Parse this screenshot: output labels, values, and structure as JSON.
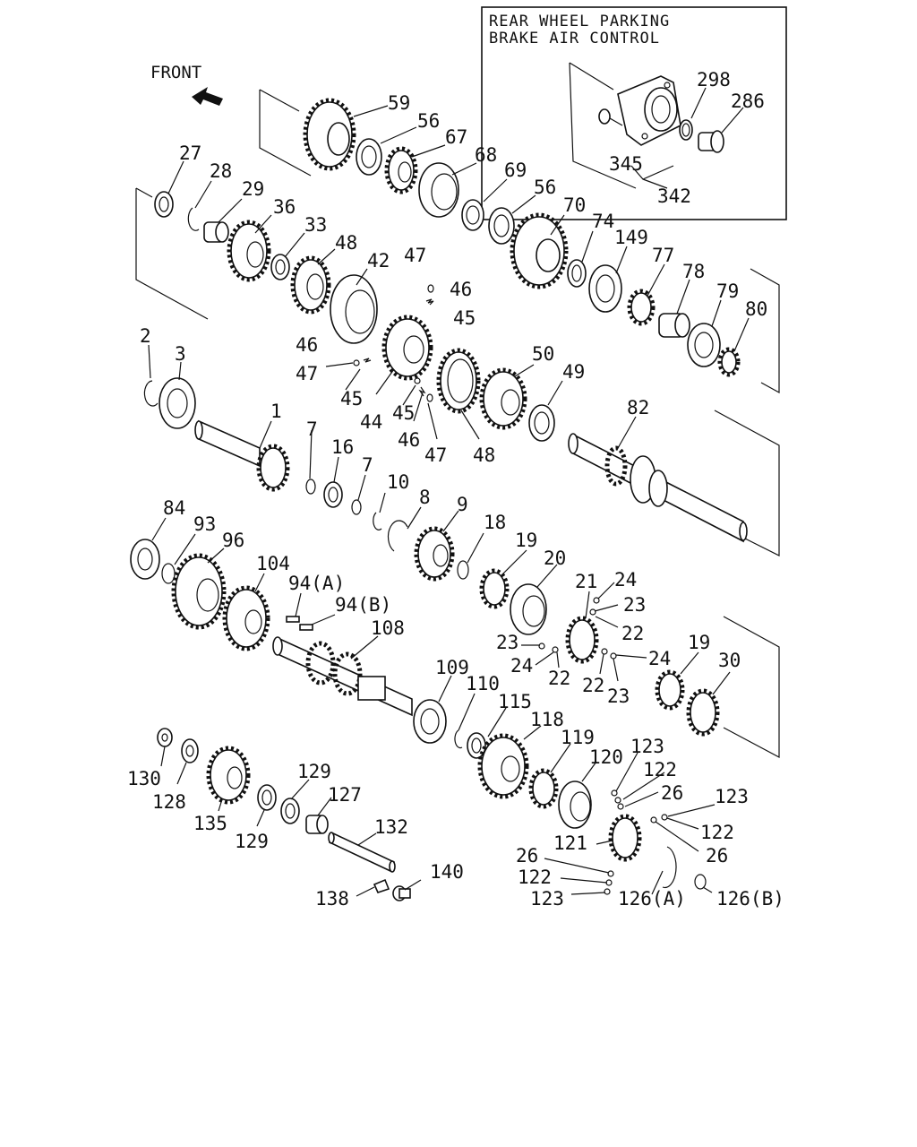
{
  "front_label": "FRONT",
  "inset": {
    "title_line1": "REAR WHEEL PARKING",
    "title_line2": "BRAKE AIR CONTROL"
  },
  "labels": [
    {
      "id": "l59",
      "text": "59"
    },
    {
      "id": "l56a",
      "text": "56"
    },
    {
      "id": "l67",
      "text": "67"
    },
    {
      "id": "l68",
      "text": "68"
    },
    {
      "id": "l69",
      "text": "69"
    },
    {
      "id": "l56b",
      "text": "56"
    },
    {
      "id": "l70",
      "text": "70"
    },
    {
      "id": "l74",
      "text": "74"
    },
    {
      "id": "l149",
      "text": "149"
    },
    {
      "id": "l77",
      "text": "77"
    },
    {
      "id": "l78",
      "text": "78"
    },
    {
      "id": "l79",
      "text": "79"
    },
    {
      "id": "l80",
      "text": "80"
    },
    {
      "id": "l27",
      "text": "27"
    },
    {
      "id": "l28",
      "text": "28"
    },
    {
      "id": "l29",
      "text": "29"
    },
    {
      "id": "l36",
      "text": "36"
    },
    {
      "id": "l33",
      "text": "33"
    },
    {
      "id": "l48a",
      "text": "48"
    },
    {
      "id": "l42",
      "text": "42"
    },
    {
      "id": "l47a",
      "text": "47"
    },
    {
      "id": "l46a",
      "text": "46"
    },
    {
      "id": "l45a",
      "text": "45"
    },
    {
      "id": "l2",
      "text": "2"
    },
    {
      "id": "l3",
      "text": "3"
    },
    {
      "id": "l46b",
      "text": "46"
    },
    {
      "id": "l47b",
      "text": "47"
    },
    {
      "id": "l45b",
      "text": "45"
    },
    {
      "id": "l44",
      "text": "44"
    },
    {
      "id": "l45c",
      "text": "45"
    },
    {
      "id": "l46c",
      "text": "46"
    },
    {
      "id": "l47c",
      "text": "47"
    },
    {
      "id": "l48b",
      "text": "48"
    },
    {
      "id": "l50",
      "text": "50"
    },
    {
      "id": "l49",
      "text": "49"
    },
    {
      "id": "l82",
      "text": "82"
    },
    {
      "id": "l1",
      "text": "1"
    },
    {
      "id": "l7a",
      "text": "7"
    },
    {
      "id": "l16",
      "text": "16"
    },
    {
      "id": "l7b",
      "text": "7"
    },
    {
      "id": "l10",
      "text": "10"
    },
    {
      "id": "l8",
      "text": "8"
    },
    {
      "id": "l9",
      "text": "9"
    },
    {
      "id": "l18",
      "text": "18"
    },
    {
      "id": "l19a",
      "text": "19"
    },
    {
      "id": "l20",
      "text": "20"
    },
    {
      "id": "l21",
      "text": "21"
    },
    {
      "id": "l24a",
      "text": "24"
    },
    {
      "id": "l23a",
      "text": "23"
    },
    {
      "id": "l22a",
      "text": "22"
    },
    {
      "id": "l23b",
      "text": "23"
    },
    {
      "id": "l24b",
      "text": "24"
    },
    {
      "id": "l22b",
      "text": "22"
    },
    {
      "id": "l24c",
      "text": "24"
    },
    {
      "id": "l22c",
      "text": "22"
    },
    {
      "id": "l23c",
      "text": "23"
    },
    {
      "id": "l19b",
      "text": "19"
    },
    {
      "id": "l30",
      "text": "30"
    },
    {
      "id": "l84",
      "text": "84"
    },
    {
      "id": "l93",
      "text": "93"
    },
    {
      "id": "l96",
      "text": "96"
    },
    {
      "id": "l104",
      "text": "104"
    },
    {
      "id": "l94a",
      "text": "94(A)"
    },
    {
      "id": "l94b",
      "text": "94(B)"
    },
    {
      "id": "l108",
      "text": "108"
    },
    {
      "id": "l109",
      "text": "109"
    },
    {
      "id": "l110",
      "text": "110"
    },
    {
      "id": "l115",
      "text": "115"
    },
    {
      "id": "l118",
      "text": "118"
    },
    {
      "id": "l119",
      "text": "119"
    },
    {
      "id": "l120",
      "text": "120"
    },
    {
      "id": "l123a",
      "text": "123"
    },
    {
      "id": "l122a",
      "text": "122"
    },
    {
      "id": "l26a",
      "text": "26"
    },
    {
      "id": "l123b",
      "text": "123"
    },
    {
      "id": "l122b",
      "text": "122"
    },
    {
      "id": "l26b",
      "text": "26"
    },
    {
      "id": "l121",
      "text": "121"
    },
    {
      "id": "l26c",
      "text": "26"
    },
    {
      "id": "l122c",
      "text": "122"
    },
    {
      "id": "l123c",
      "text": "123"
    },
    {
      "id": "l126a",
      "text": "126(A)"
    },
    {
      "id": "l126b",
      "text": "126(B)"
    },
    {
      "id": "l130",
      "text": "130"
    },
    {
      "id": "l128",
      "text": "128"
    },
    {
      "id": "l135",
      "text": "135"
    },
    {
      "id": "l129a",
      "text": "129"
    },
    {
      "id": "l129b",
      "text": "129"
    },
    {
      "id": "l127",
      "text": "127"
    },
    {
      "id": "l132",
      "text": "132"
    },
    {
      "id": "l138",
      "text": "138"
    },
    {
      "id": "l140",
      "text": "140"
    },
    {
      "id": "l298",
      "text": "298"
    },
    {
      "id": "l286",
      "text": "286"
    },
    {
      "id": "l345",
      "text": "345"
    },
    {
      "id": "l342",
      "text": "342"
    }
  ]
}
